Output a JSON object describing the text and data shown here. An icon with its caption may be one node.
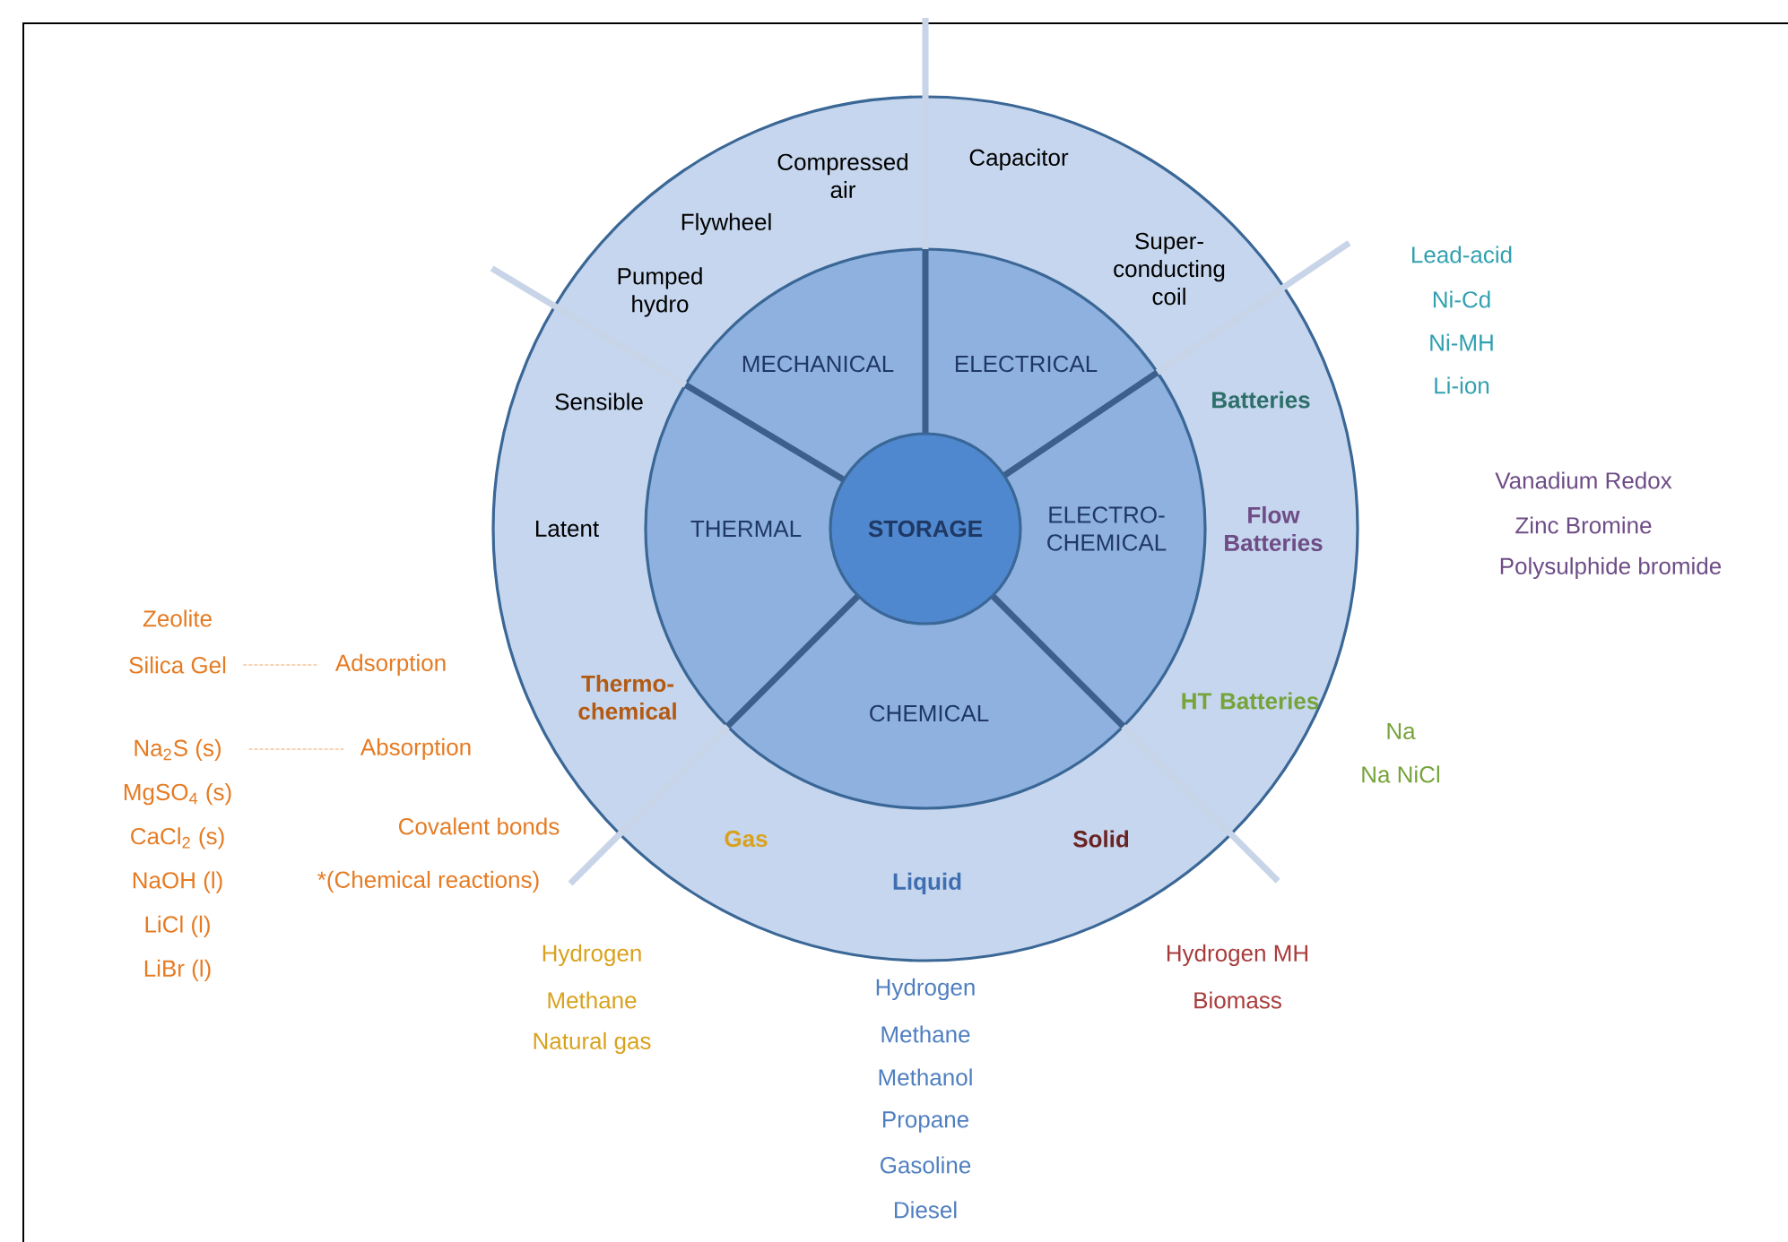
{
  "diagram": {
    "nodes": [
      {
        "text": [],
        "shape": "circle"
      },
      {
        "text": [],
        "shape": "circle",
        "in": 0
      },
      {
        "text": [
          "STORAGE"
        ],
        "in": 1
      },
      {
        "text": [
          "Zeolite",
          "Silica Gel"
        ]
      },
      {
        "text": [
          "Adsorption"
        ]
      },
      {
        "text": [
          "Na$_{2}$S (s)",
          "MgSO$_{4}$ (s)",
          "CaCl$_{2}$ (s)",
          "NaOH (l)",
          "LiCl (l)",
          "LiBr (l)"
        ]
      },
      {
        "text": [
          "Absorption"
        ]
      }
    ],
    "edges": [
      {
        "from": 3,
        "to": 4,
        "arrow": "none",
        "style": "dashed"
      },
      {
        "from": 5,
        "to": 6,
        "arrow": "none",
        "style": "dashed"
      }
    ],
    "labels": [
      "Compressed air",
      "Capacitor",
      "Flywheel",
      "Super-conducting coil",
      "Pumped hydro",
      "Sensible",
      "MECHANICAL",
      "ELECTRICAL",
      "Batteries",
      "Lead-acid",
      "Ni-Cd",
      "Ni-MH",
      "Li-ion",
      "Latent",
      "THERMAL",
      "ELECTRO-CHEMICAL",
      "Flow Batteries",
      "Vanadium Redox",
      "Zinc Bromine",
      "Polysulphide bromide",
      "Thermo-chemical",
      "HT Batteries",
      "CHEMICAL",
      "Covalent bonds",
      "Na",
      "Na NiCl",
      "Gas",
      "Solid",
      "*(Chemical reactions)",
      "Liquid",
      "Hydrogen",
      "Methane",
      "Natural gas",
      "Hydrogen MH",
      "Biomass",
      "Hydrogen",
      "Methane",
      "Methanol",
      "Propane",
      "Gasoline",
      "Diesel"
    ]
  }
}
